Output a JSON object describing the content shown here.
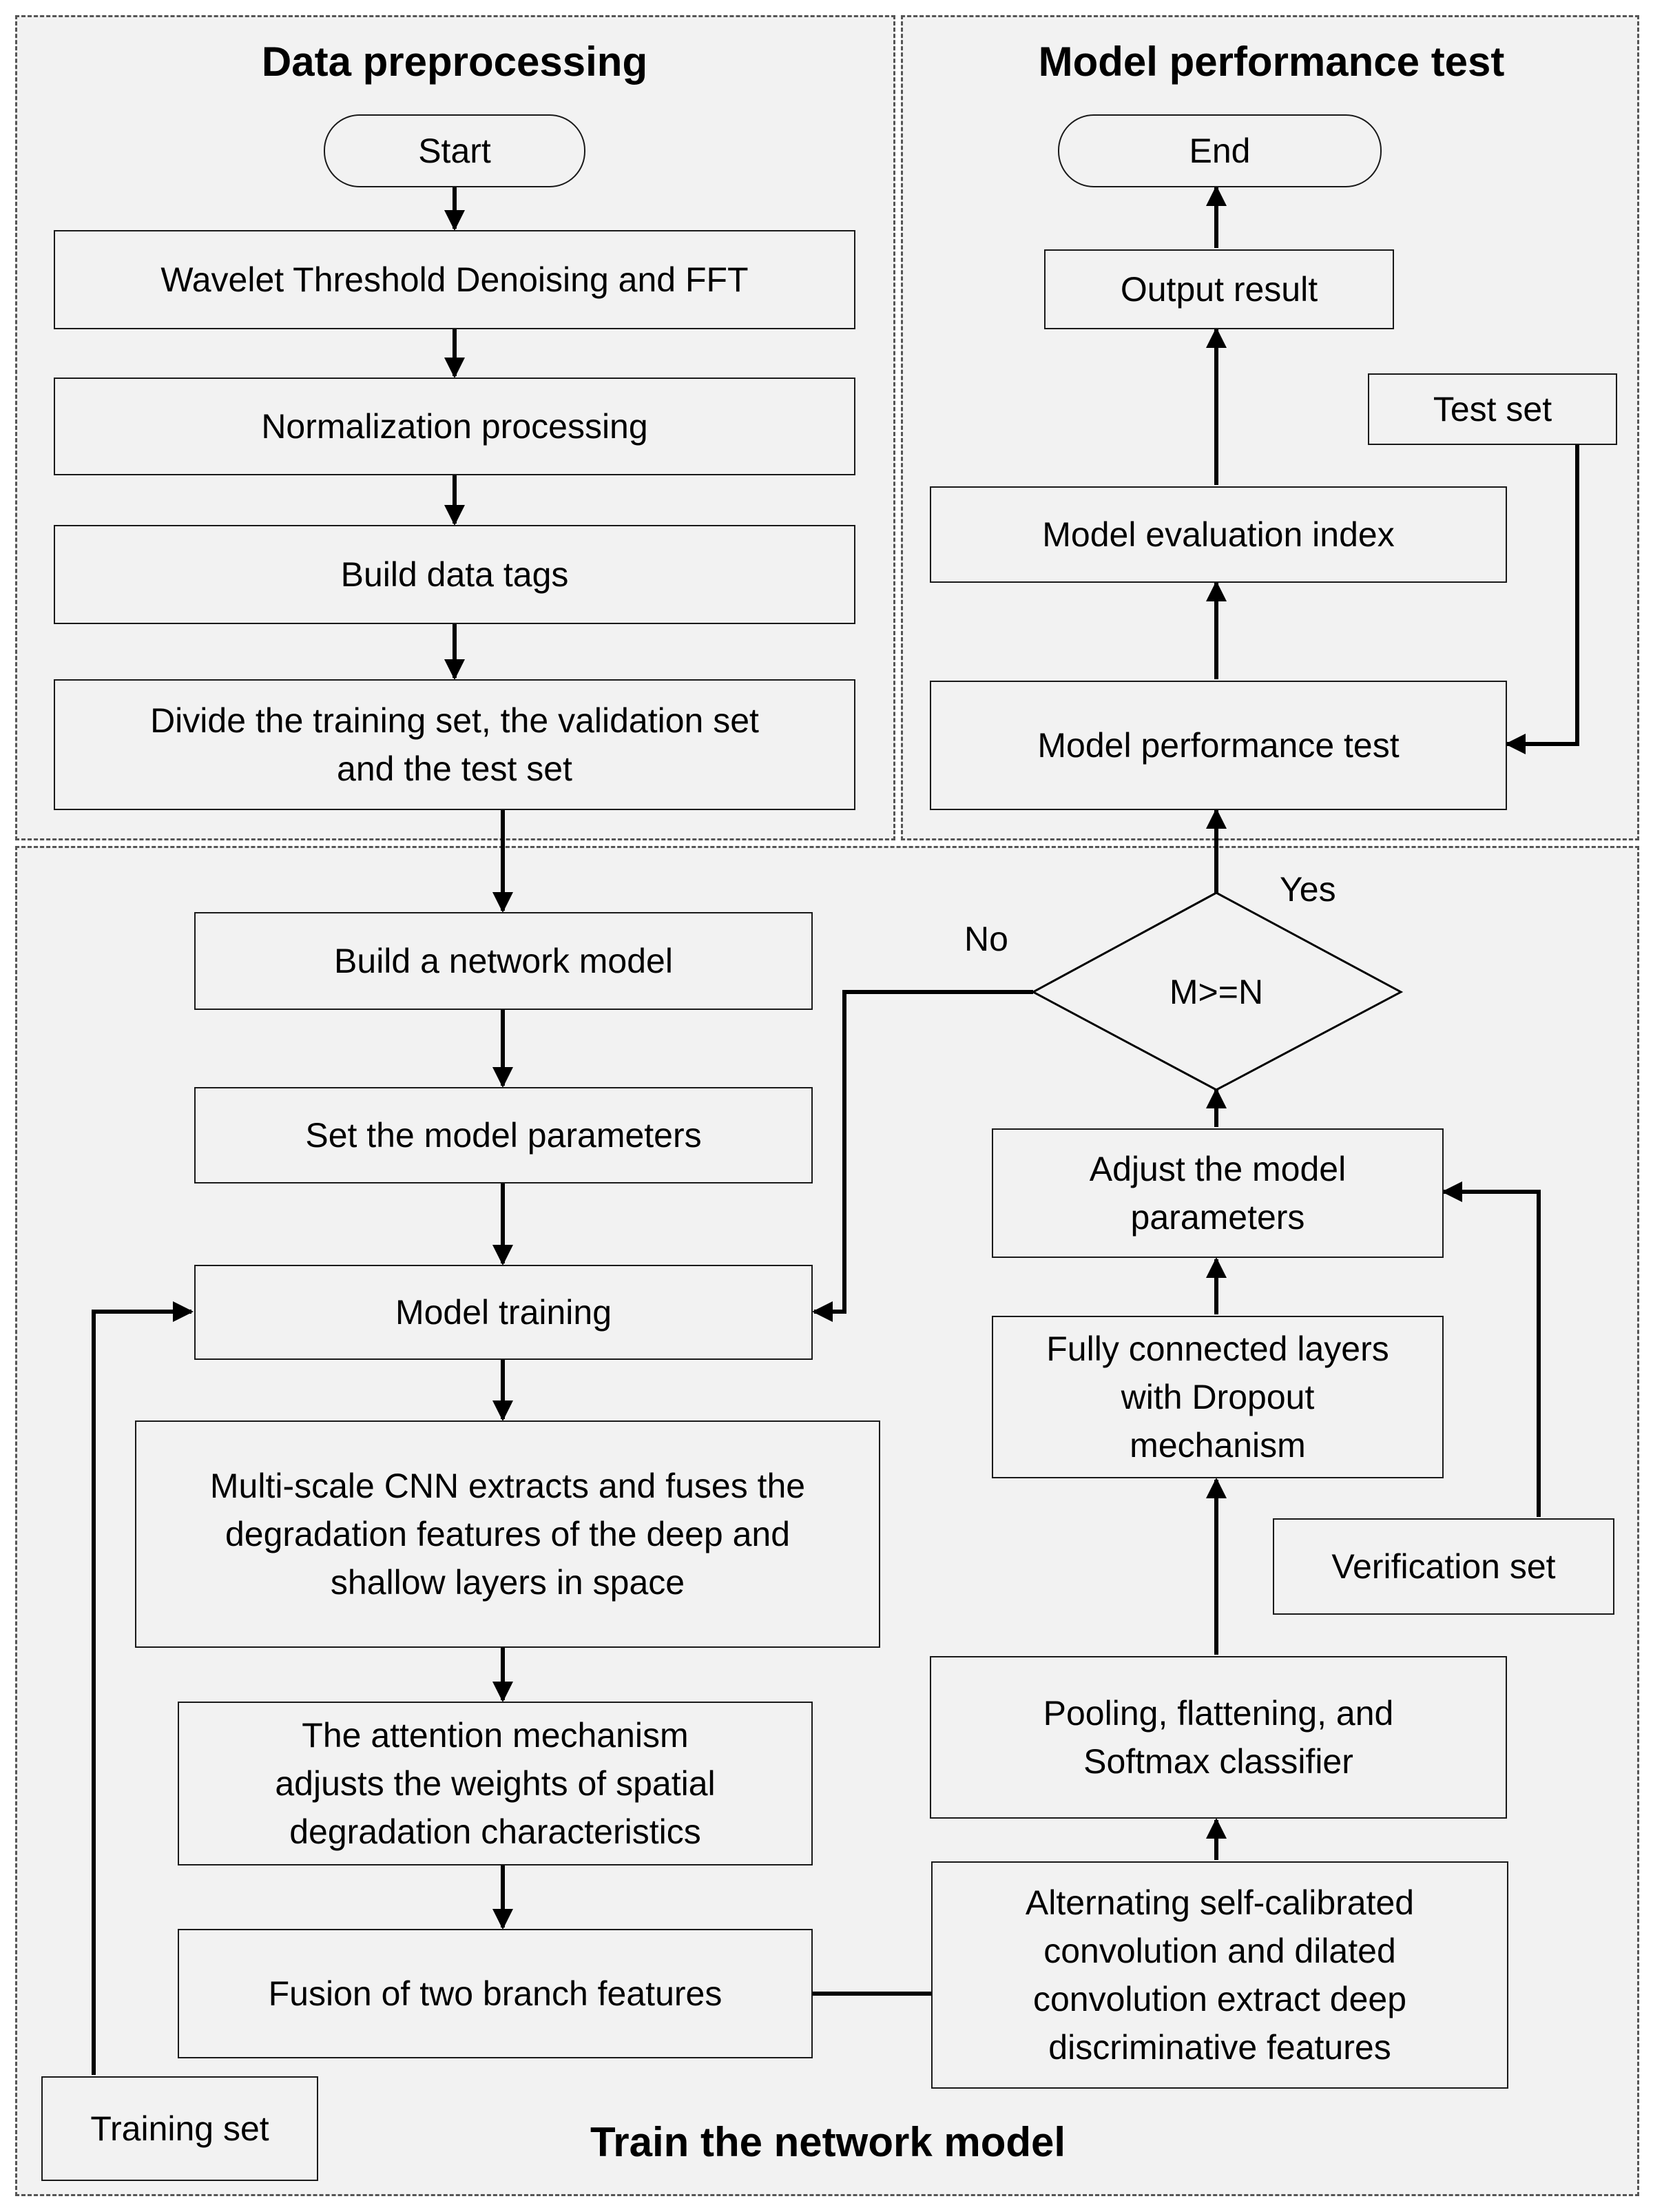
{
  "regions": {
    "preprocessing": {
      "title": "Data preprocessing"
    },
    "performance": {
      "title": "Model performance test"
    },
    "training": {
      "title": "Train the network model"
    }
  },
  "nodes": {
    "start": "Start",
    "wavelet": "Wavelet Threshold Denoising and FFT",
    "normalization": "Normalization processing",
    "tags": "Build data tags",
    "divide": "Divide the training set, the validation set\nand the test set",
    "build_model": "Build a network model",
    "set_params": "Set the model parameters",
    "training": "Model training",
    "multiscale": "Multi-scale CNN extracts and fuses the\ndegradation features of the deep and\nshallow layers in space",
    "attention": "The attention mechanism\nadjusts the weights of spatial\ndegradation characteristics",
    "fusion": "Fusion of two branch features",
    "training_set": "Training set",
    "alternating": "Alternating self-calibrated\nconvolution and dilated\nconvolution extract deep\ndiscriminative features",
    "pooling": "Pooling, flattening, and\nSoftmax classifier",
    "verification": "Verification set",
    "fully_connected": "Fully connected layers\nwith Dropout\nmechanism",
    "adjust": "Adjust the model\nparameters",
    "decision": "M>=N",
    "perf_test": "Model performance test",
    "eval_index": "Model evaluation index",
    "test_set": "Test set",
    "output": "Output result",
    "end": "End"
  },
  "edge_labels": {
    "yes": "Yes",
    "no": "No"
  },
  "colors": {
    "background": "#f2f2f2",
    "stroke": "#000000",
    "dashed_border": "#555555"
  }
}
